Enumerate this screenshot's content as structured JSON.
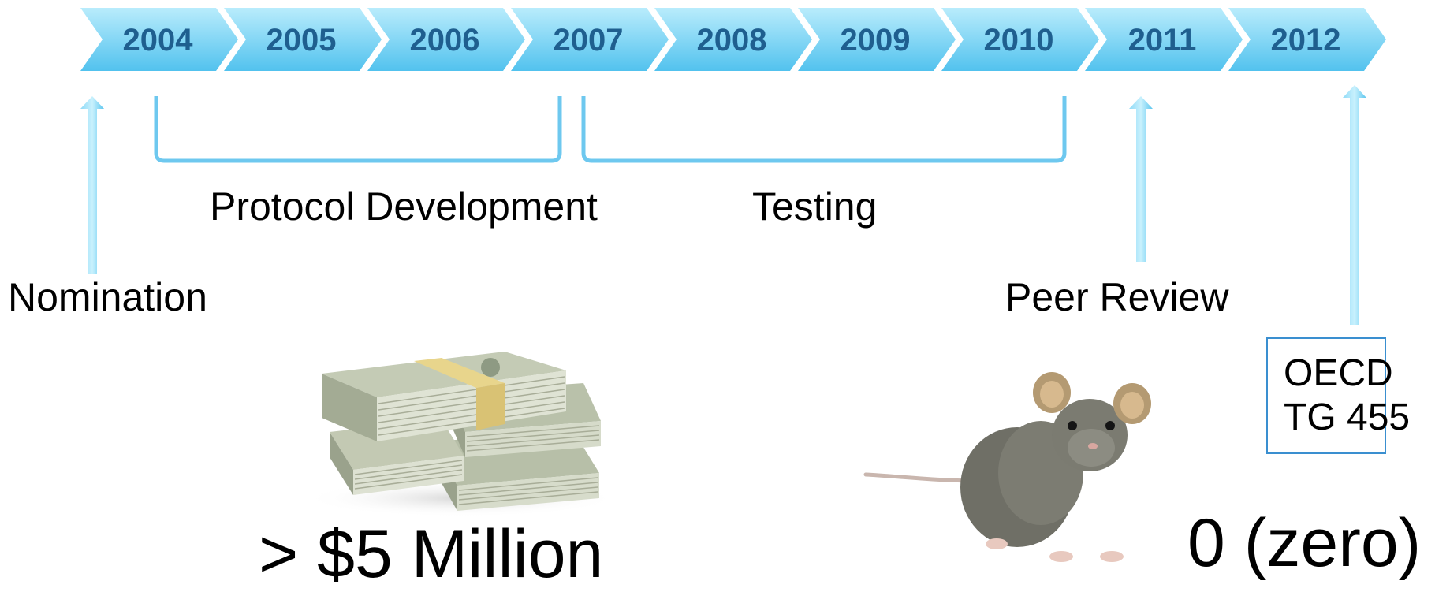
{
  "timeline": {
    "years": [
      "2004",
      "2005",
      "2006",
      "2007",
      "2008",
      "2009",
      "2010",
      "2011",
      "2012"
    ]
  },
  "phases": {
    "protocol_development": "Protocol Development",
    "testing": "Testing"
  },
  "milestones": {
    "nomination": "Nomination",
    "peer_review": "Peer Review",
    "oecd_line1": "OECD",
    "oecd_line2": "TG 455"
  },
  "outcomes": {
    "cost": "> $5 Million",
    "animals": "0 (zero)"
  },
  "colors": {
    "chevron_light": "#aee8fb",
    "chevron_dark": "#55c4ef",
    "bracket": "#6ec8ef",
    "year_text": "#1f5f8f"
  },
  "images": {
    "money": "stack-of-dollar-bills",
    "mouse": "grey-mouse"
  }
}
